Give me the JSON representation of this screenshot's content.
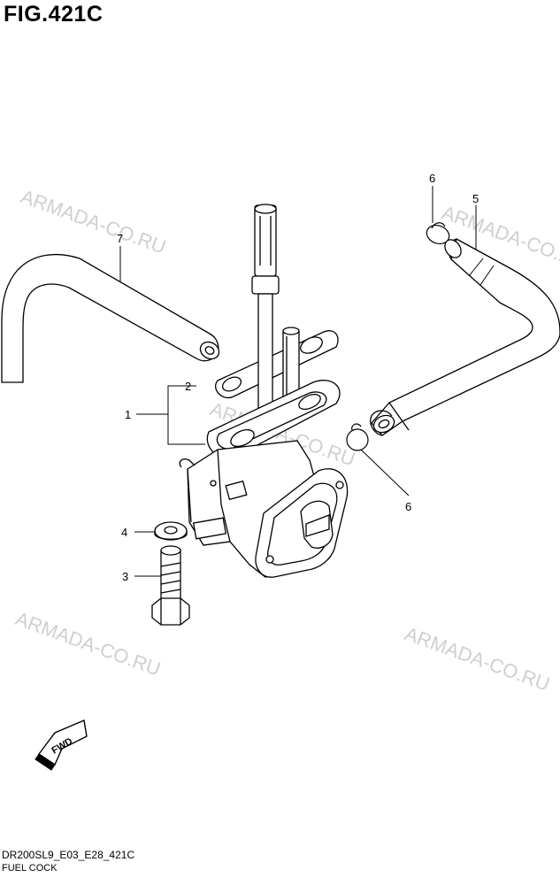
{
  "figure": {
    "title": "FIG.421C"
  },
  "watermark": {
    "text": "ARMADA-CO.RU"
  },
  "callouts": [
    {
      "id": "1",
      "label": "1"
    },
    {
      "id": "2",
      "label": "2"
    },
    {
      "id": "3",
      "label": "3"
    },
    {
      "id": "4",
      "label": "4"
    },
    {
      "id": "5",
      "label": "5"
    },
    {
      "id": "6a",
      "label": "6"
    },
    {
      "id": "6b",
      "label": "6"
    },
    {
      "id": "7",
      "label": "7"
    }
  ],
  "direction_badge": {
    "text": "FWD"
  },
  "footer": {
    "code": "DR200SL9_E03_E28_421C",
    "name": "FUEL COCK"
  }
}
